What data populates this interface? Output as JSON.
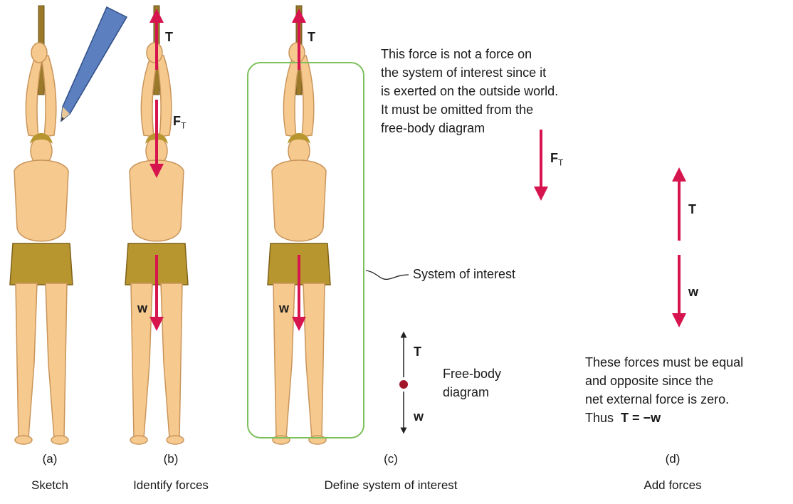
{
  "panels": [
    {
      "letter": "(a)",
      "caption": "Sketch"
    },
    {
      "letter": "(b)",
      "caption": "Identify forces"
    },
    {
      "letter": "(c)",
      "caption": "Define system of interest"
    },
    {
      "letter": "(d)",
      "caption": "Add forces"
    }
  ],
  "force_labels": {
    "tension": "T",
    "weight": "w",
    "rope_force": "F",
    "rope_force_sub": "T"
  },
  "note_outside": {
    "lines": [
      "This force is not a force on",
      "the system of interest since it",
      "is exerted on the outside world.",
      "It must be omitted from the",
      "free-body diagram"
    ]
  },
  "system_label": "System of interest",
  "fbd_label": [
    "Free-body",
    "diagram"
  ],
  "note_equal": {
    "lines": [
      "These forces must be equal",
      "and opposite since the",
      "net external force is zero."
    ],
    "thus_prefix": "Thus",
    "equation": "T = −w"
  },
  "colors": {
    "force_arrow": "#d6154f",
    "system_box": "#7cc15a",
    "dot": "#a3162a",
    "skin": "#f6c98f",
    "cloth": "#b8962f",
    "rope": "#9a7a2a",
    "pencil": "#5c7fbf"
  }
}
